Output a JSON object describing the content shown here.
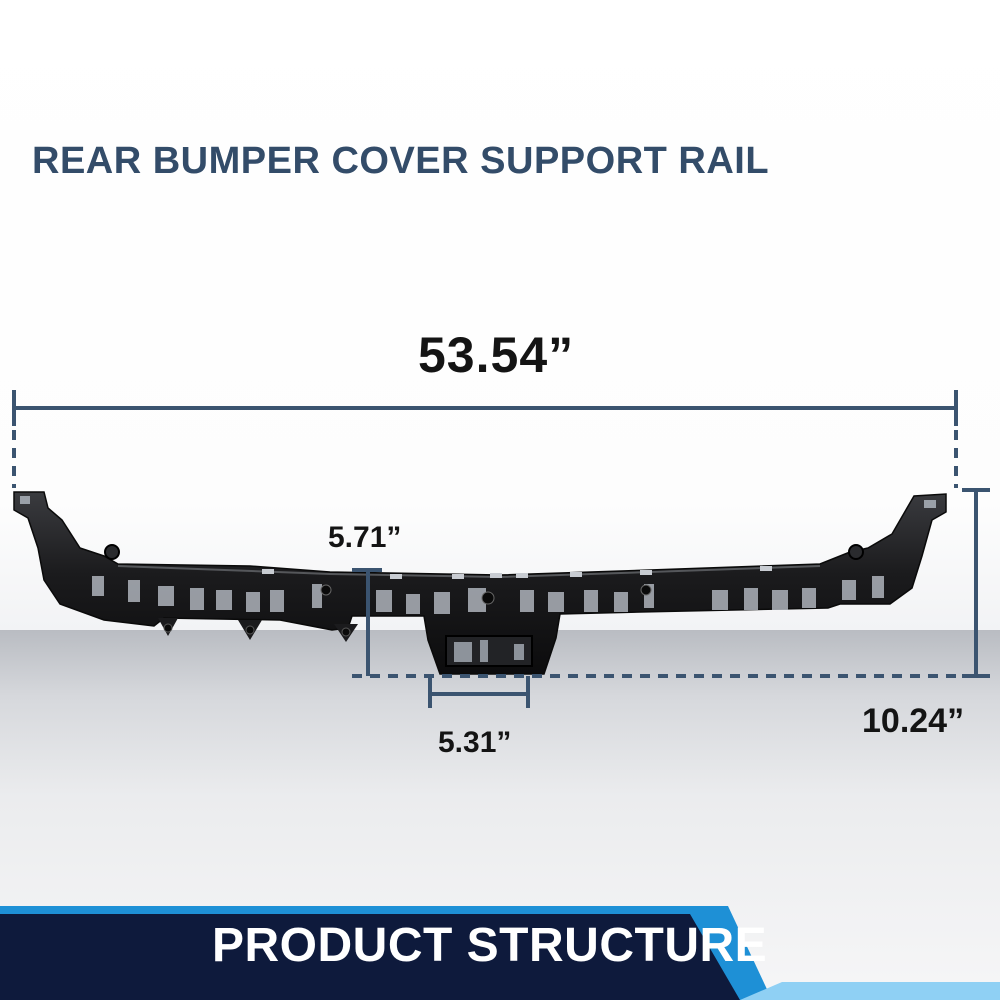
{
  "title": "REAR BUMPER COVER SUPPORT RAIL",
  "dimensions": {
    "overall_width": "53.54”",
    "center_height": "5.71”",
    "overall_height": "10.24”",
    "bracket_width": "5.31”"
  },
  "banner": {
    "label": "PRODUCT STRUCTURE"
  },
  "colors": {
    "title": "#334c69",
    "dimension_lines": "#3b5470",
    "dimension_text": "#141414",
    "banner_dark": "#0e1a3c",
    "banner_accent": "#1e90d6",
    "part": "#1b1b1d"
  }
}
